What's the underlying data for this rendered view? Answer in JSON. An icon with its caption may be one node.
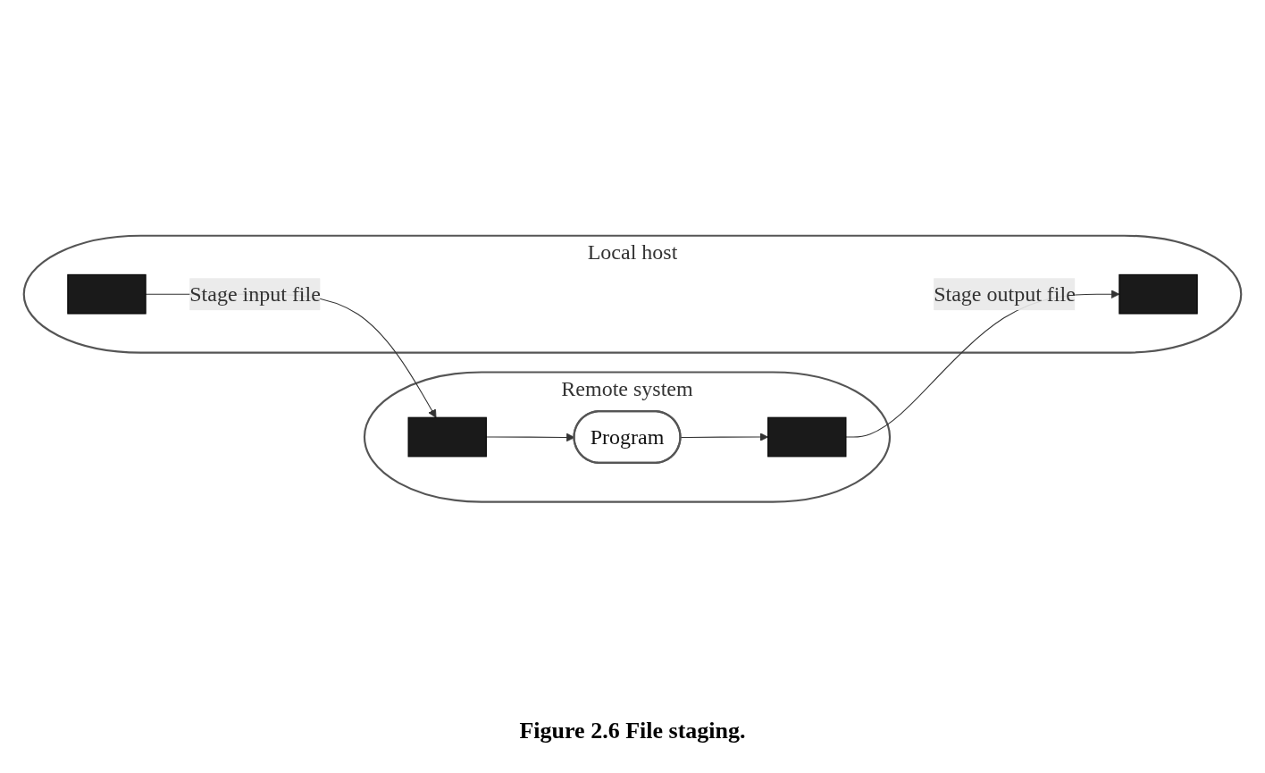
{
  "diagram": {
    "caption": "Figure 2.6 File staging.",
    "nodes": [
      {
        "text": [
          "Remote system"
        ]
      },
      {
        "text": [
          "Program"
        ],
        "in": 0
      },
      {
        "text": [],
        "shape": "box",
        "in": 0
      },
      {
        "text": [],
        "shape": "box",
        "in": 0
      },
      {
        "text": [
          "Local host"
        ]
      },
      {
        "text": [],
        "shape": "box",
        "in": 4
      },
      {
        "text": [],
        "shape": "box",
        "in": 4
      }
    ],
    "edges": [
      {
        "from": 5,
        "to": 2,
        "arrow": "to",
        "label": "Stage input file"
      },
      {
        "from": 2,
        "to": 1,
        "arrow": "to"
      },
      {
        "from": 1,
        "to": 3,
        "arrow": "to"
      },
      {
        "from": 3,
        "to": 6,
        "arrow": "to",
        "label": "Stage output file"
      }
    ]
  }
}
